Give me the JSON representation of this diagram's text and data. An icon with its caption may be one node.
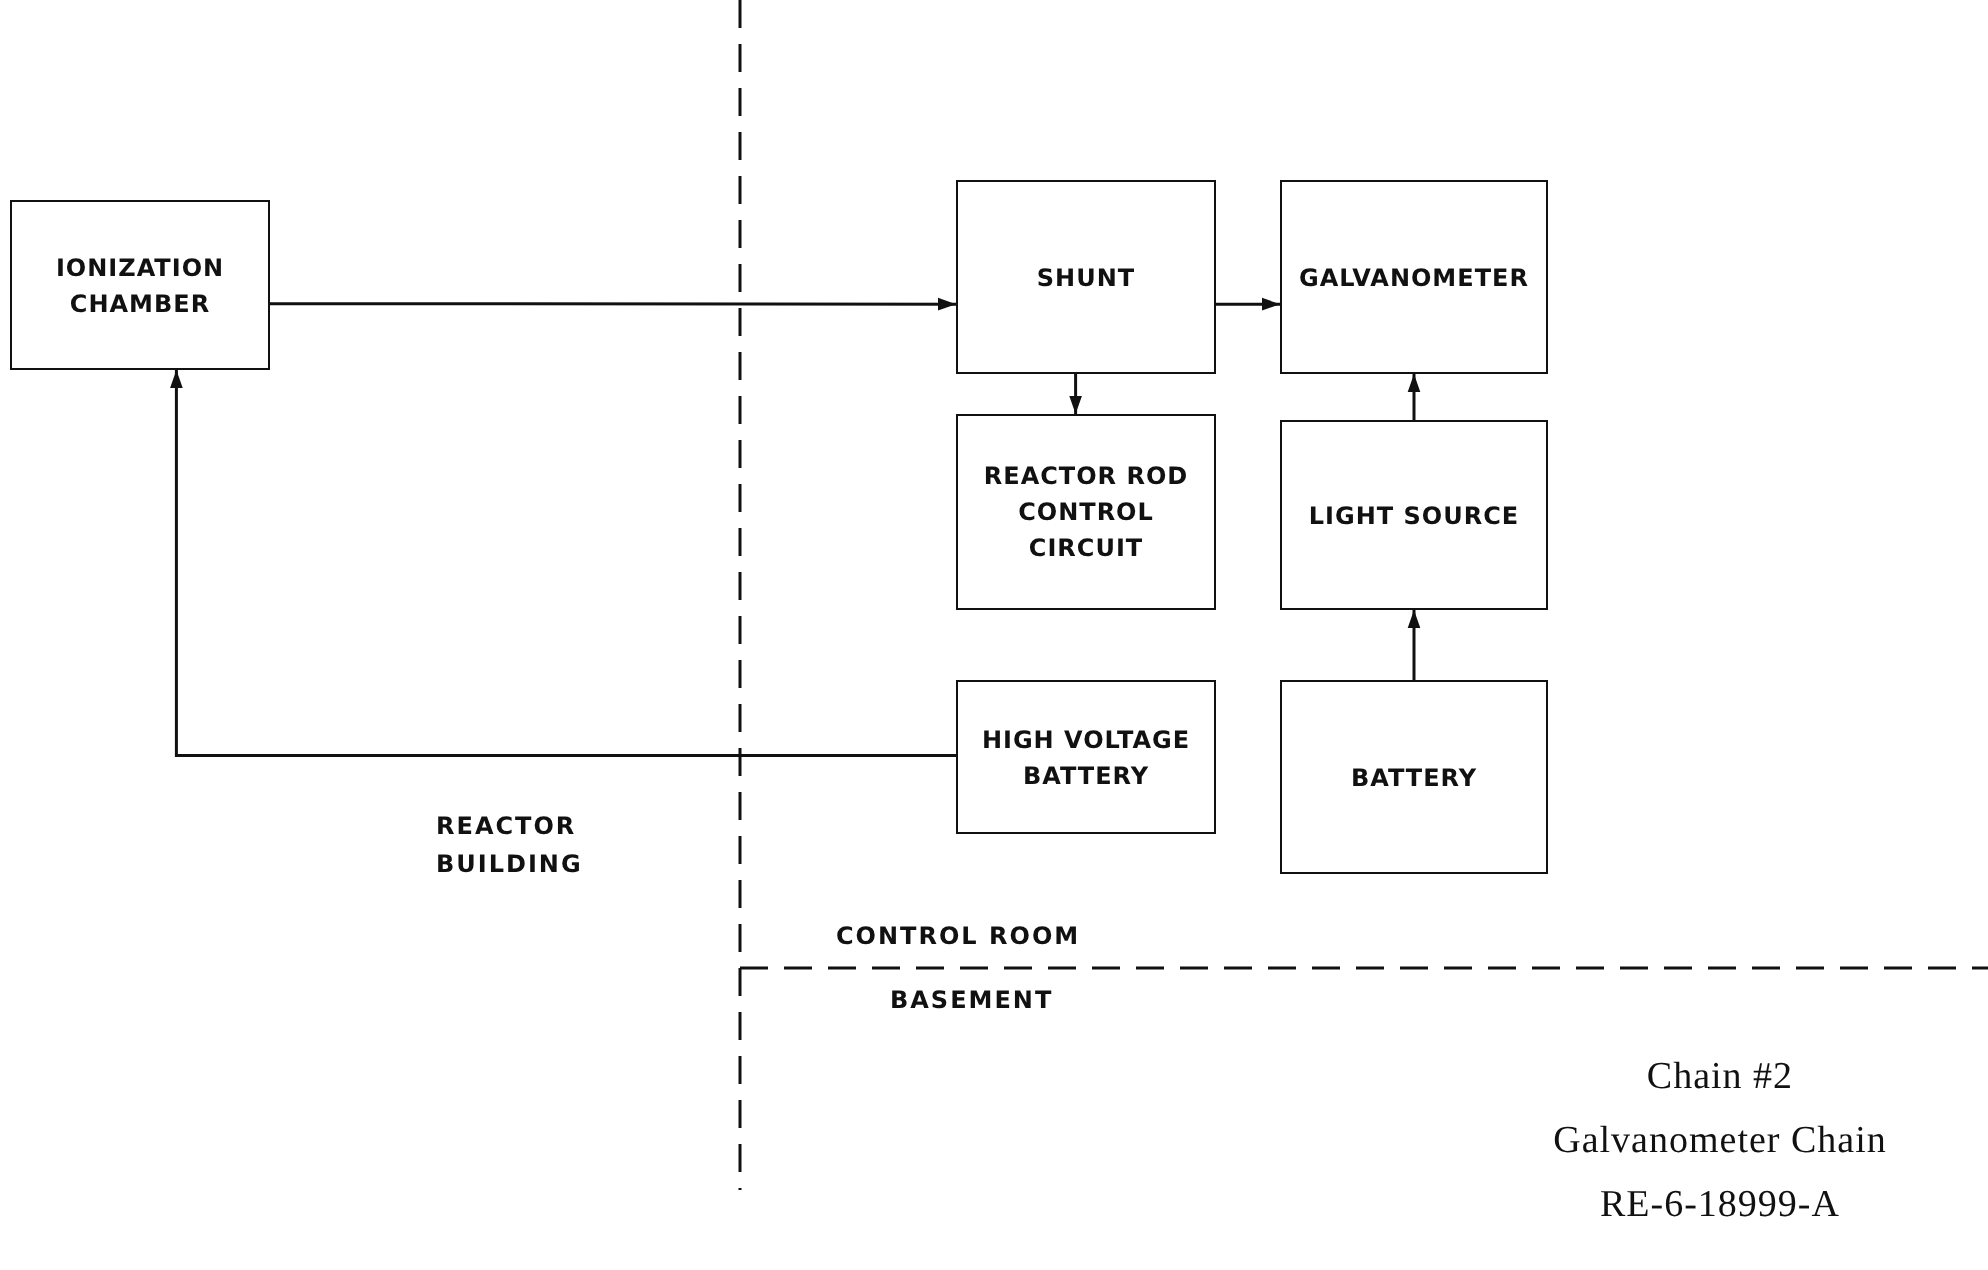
{
  "diagram": {
    "nodes": [
      {
        "text": [
          "IONIZATION CHAMBER"
        ]
      },
      {
        "text": [
          "SHUNT"
        ]
      },
      {
        "text": [
          "GALVANOMETER"
        ]
      },
      {
        "text": [
          "REACTOR ROD CONTROL CIRCUIT"
        ]
      },
      {
        "text": [
          "LIGHT SOURCE"
        ]
      },
      {
        "text": [
          "HIGH VOLTAGE BATTERY"
        ]
      },
      {
        "text": [
          "BATTERY"
        ]
      }
    ],
    "edges": [
      {
        "from": 0,
        "to": 1,
        "arrow": "to"
      },
      {
        "from": 1,
        "to": 2,
        "arrow": "to"
      },
      {
        "from": 1,
        "to": 3,
        "arrow": "to"
      },
      {
        "from": 4,
        "to": 2,
        "arrow": "to"
      },
      {
        "from": 6,
        "to": 4,
        "arrow": "to"
      },
      {
        "from": 5,
        "to": 0,
        "arrow": "to"
      }
    ],
    "labels": [
      "REACTOR BUILDING",
      "CONTROL ROOM",
      "BASEMENT",
      "Chain #2",
      "Galvanometer Chain",
      "RE-6-18999-A"
    ]
  }
}
